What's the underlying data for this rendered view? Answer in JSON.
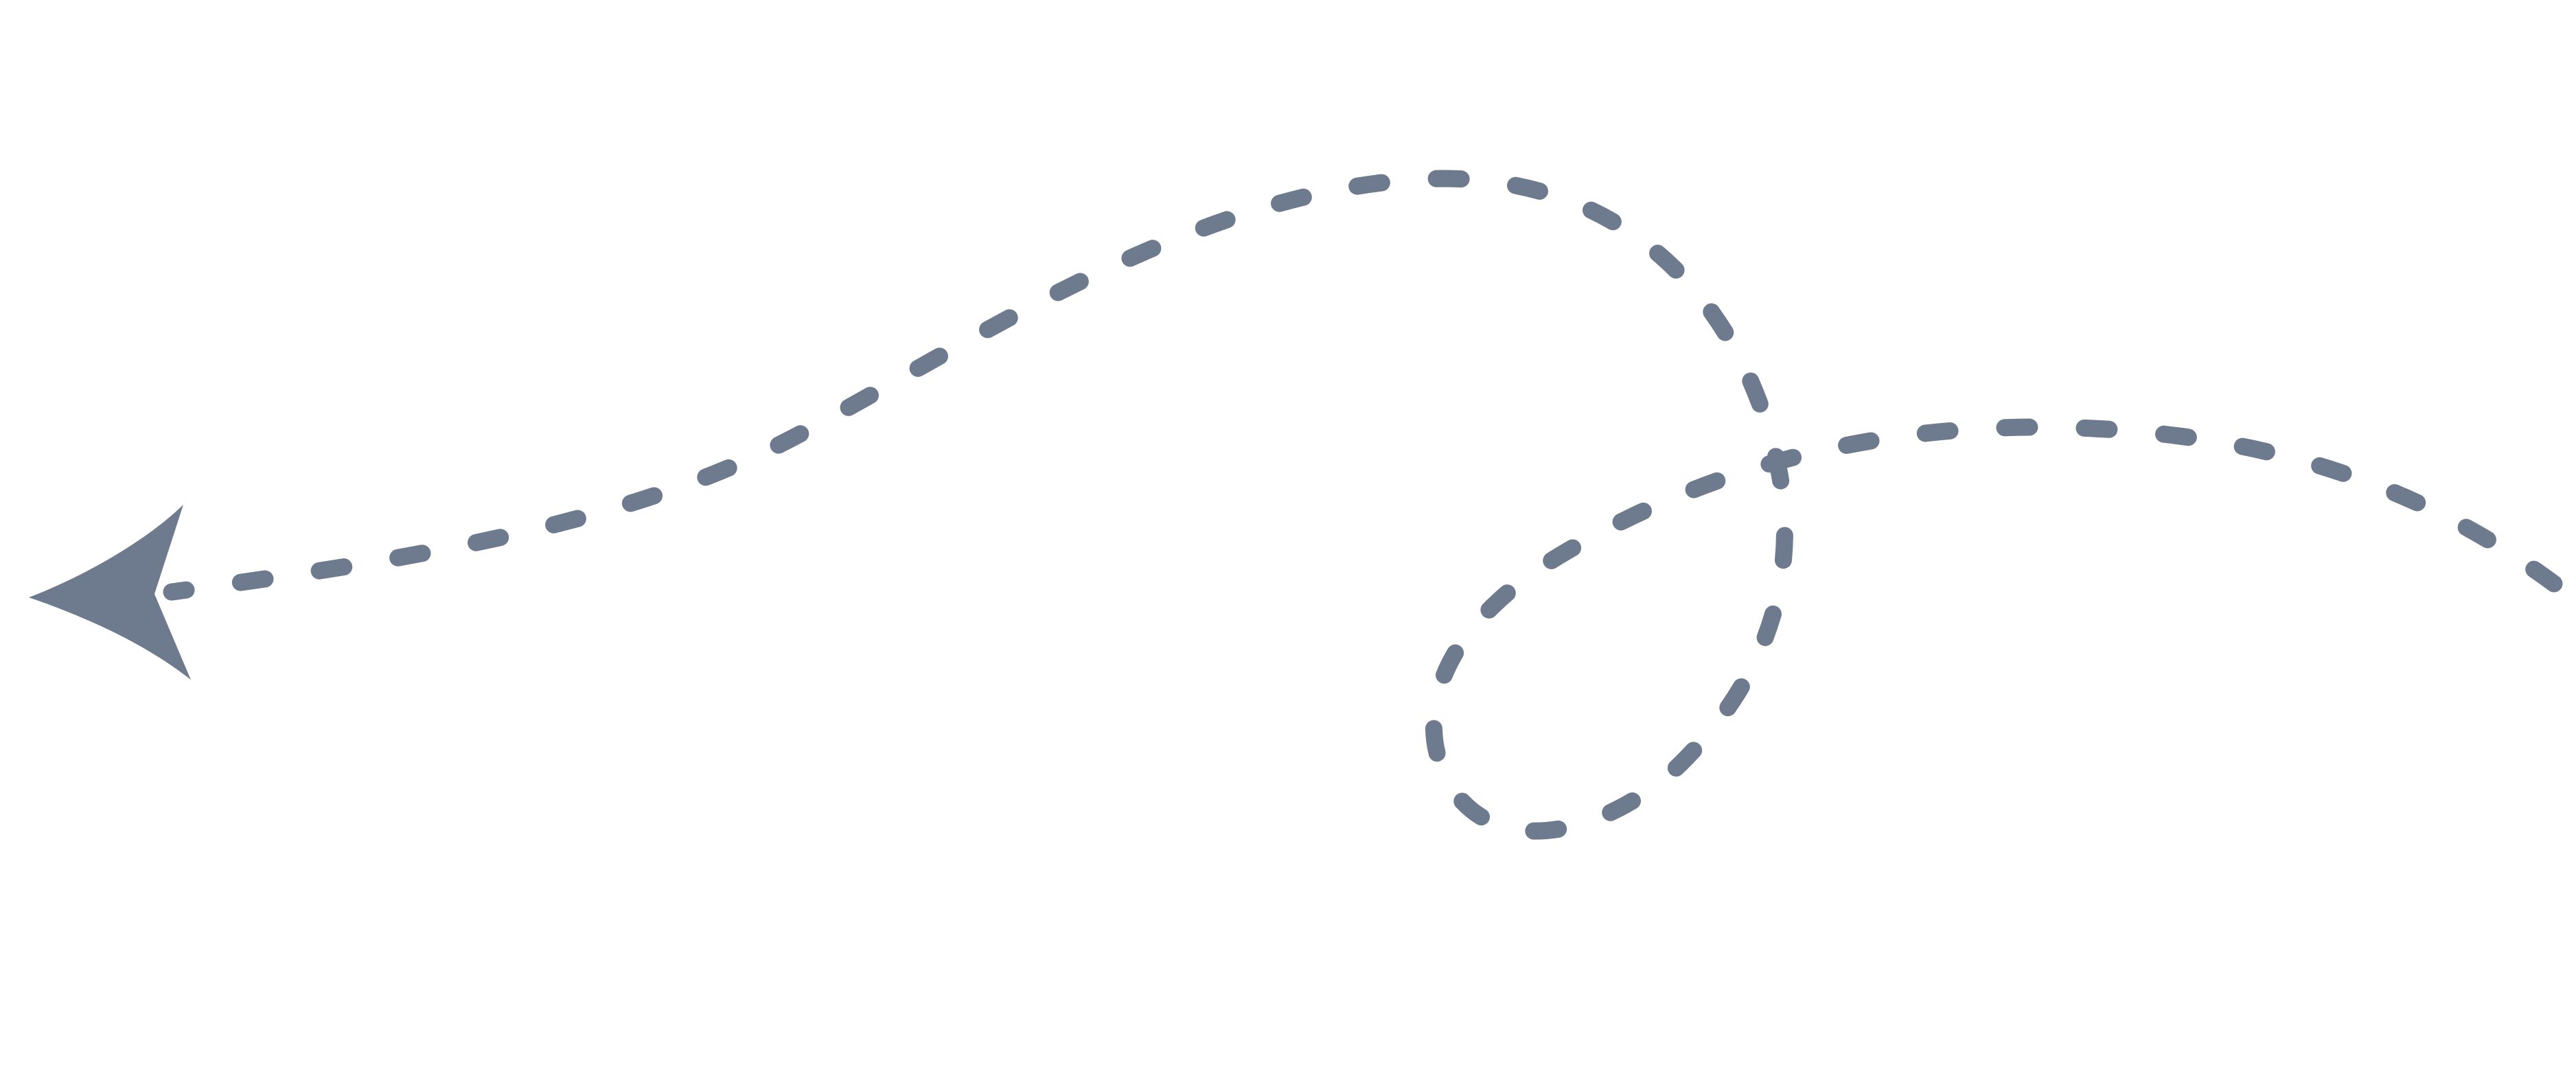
{
  "graphic": {
    "subject": "dashed-loop-arrow",
    "pointing": "left",
    "line_style": "dashed",
    "line_color": "#6e7a8e",
    "arrowhead_color": "#6e7a8e",
    "background_color": "#ffffff",
    "icon": "arrow-left-icon"
  }
}
